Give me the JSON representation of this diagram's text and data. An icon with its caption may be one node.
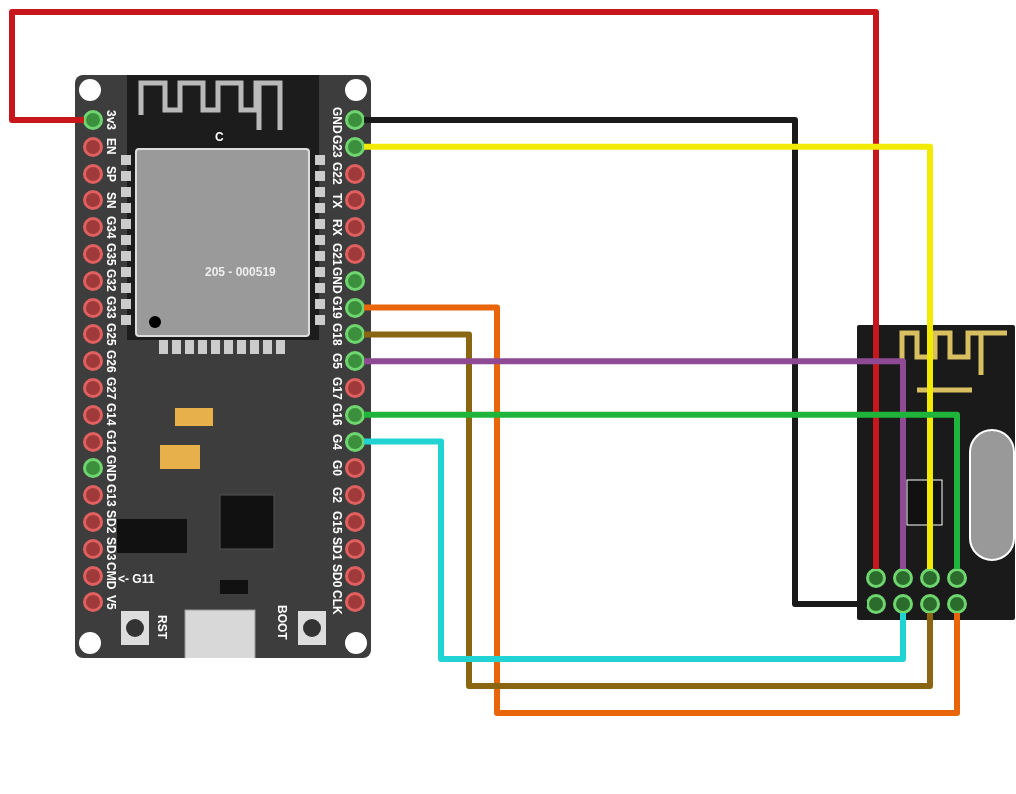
{
  "diagram": {
    "nodes": [
      {
        "text": [],
        "shape": "picture"
      },
      {
        "text": [
          "3v3"
        ],
        "in": 0
      },
      {
        "text": [
          "EN"
        ],
        "in": 0
      },
      {
        "text": [
          "SP"
        ],
        "in": 0
      },
      {
        "text": [
          "SN"
        ],
        "in": 0
      },
      {
        "text": [
          "G34"
        ],
        "in": 0
      },
      {
        "text": [
          "G35"
        ],
        "in": 0
      },
      {
        "text": [
          "G32"
        ],
        "in": 0
      },
      {
        "text": [
          "G33"
        ],
        "in": 0
      },
      {
        "text": [
          "G25"
        ],
        "in": 0
      },
      {
        "text": [
          "G26"
        ],
        "in": 0
      },
      {
        "text": [
          "G27"
        ],
        "in": 0
      },
      {
        "text": [
          "G14"
        ],
        "in": 0
      },
      {
        "text": [
          "G12"
        ],
        "in": 0
      },
      {
        "text": [
          "GND"
        ],
        "in": 0
      },
      {
        "text": [
          "G13"
        ],
        "in": 0
      },
      {
        "text": [
          "SD2"
        ],
        "in": 0
      },
      {
        "text": [
          "SD3"
        ],
        "in": 0
      },
      {
        "text": [
          "CMD"
        ],
        "in": 0
      },
      {
        "text": [
          "V5"
        ],
        "in": 0
      },
      {
        "text": [
          "GND"
        ],
        "in": 0
      },
      {
        "text": [
          "G23"
        ],
        "in": 0
      },
      {
        "text": [
          "G22"
        ],
        "in": 0
      },
      {
        "text": [
          "TX"
        ],
        "in": 0
      },
      {
        "text": [
          "RX"
        ],
        "in": 0
      },
      {
        "text": [
          "G21"
        ],
        "in": 0
      },
      {
        "text": [
          "GND"
        ],
        "in": 0
      },
      {
        "text": [
          "G19"
        ],
        "in": 0
      },
      {
        "text": [
          "G18"
        ],
        "in": 0
      },
      {
        "text": [
          "G5"
        ],
        "in": 0
      },
      {
        "text": [
          "G17"
        ],
        "in": 0
      },
      {
        "text": [
          "G16"
        ],
        "in": 0
      },
      {
        "text": [
          "G4"
        ],
        "in": 0
      },
      {
        "text": [
          "G0"
        ],
        "in": 0
      },
      {
        "text": [
          "G2"
        ],
        "in": 0
      },
      {
        "text": [
          "G15"
        ],
        "in": 0
      },
      {
        "text": [
          "SD1"
        ],
        "in": 0
      },
      {
        "text": [
          "SD0"
        ],
        "in": 0
      },
      {
        "text": [
          "CLK"
        ],
        "in": 0
      },
      {
        "text": [],
        "shape": "picture"
      },
      {
        "text": [],
        "shape": "circle",
        "in": 39
      },
      {
        "text": [],
        "shape": "circle",
        "in": 39
      },
      {
        "text": [],
        "shape": "circle",
        "in": 39
      },
      {
        "text": [],
        "shape": "circle",
        "in": 39
      },
      {
        "text": [],
        "shape": "circle",
        "in": 39
      },
      {
        "text": [],
        "shape": "circle",
        "in": 39
      },
      {
        "text": [],
        "shape": "circle",
        "in": 39
      },
      {
        "text": [],
        "shape": "circle",
        "in": 39
      }
    ],
    "edges": [
      {
        "from": 1,
        "to": 40,
        "arrow": "none",
        "color": "#c8161d"
      },
      {
        "from": 20,
        "to": 44,
        "arrow": "none",
        "color": "#1a1a1a"
      },
      {
        "from": 21,
        "to": 42,
        "arrow": "none",
        "color": "#f2ea00"
      },
      {
        "from": 27,
        "to": 47,
        "arrow": "none",
        "color": "#e8650a"
      },
      {
        "from": 28,
        "to": 46,
        "arrow": "none",
        "color": "#8a6512"
      },
      {
        "from": 29,
        "to": 41,
        "arrow": "none",
        "color": "#8e4a94"
      },
      {
        "from": 31,
        "to": 43,
        "arrow": "none",
        "color": "#1fb53a"
      },
      {
        "from": 32,
        "to": 45,
        "arrow": "none",
        "color": "#22d3d3"
      }
    ],
    "labels": [
      "C",
      "205 - 000519",
      "<- G11",
      "RST",
      "BOOT"
    ]
  }
}
